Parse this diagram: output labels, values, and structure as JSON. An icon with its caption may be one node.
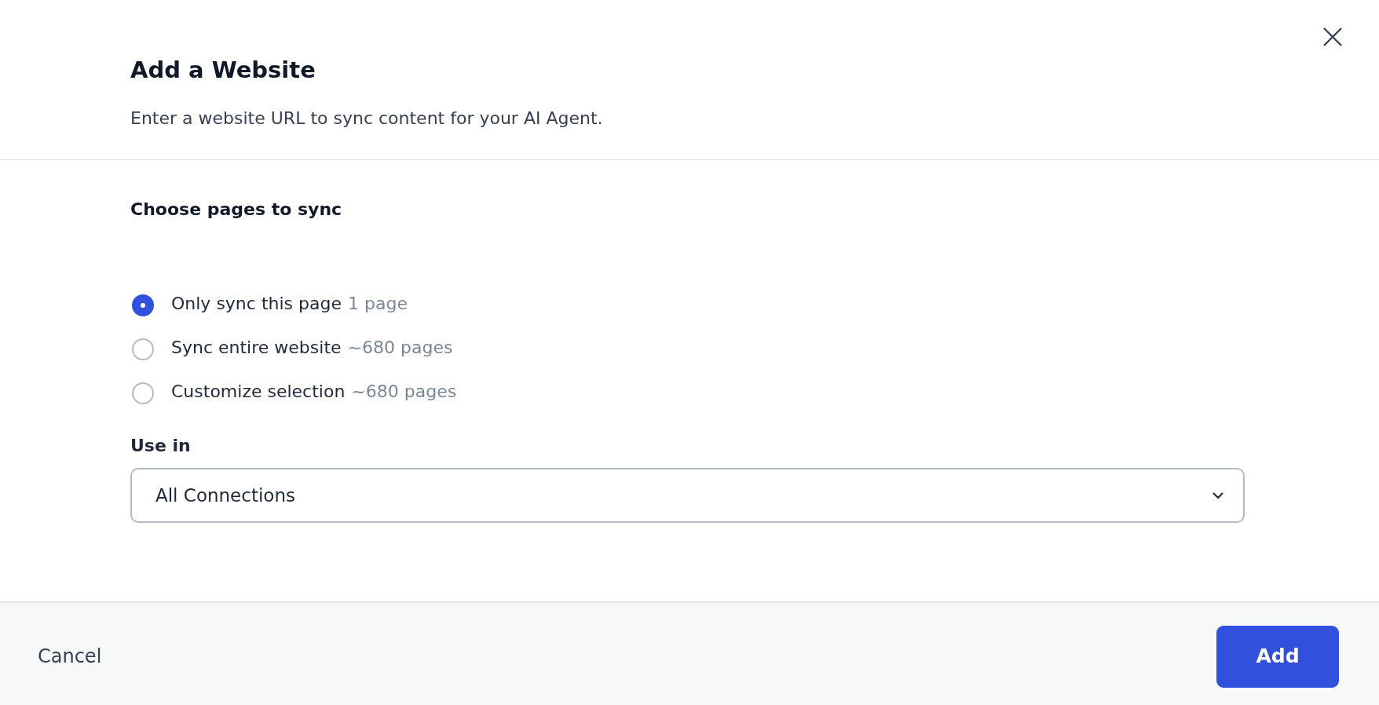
{
  "diagram": {
    "title": "Add a Website",
    "nodes": [
      {
        "text": [
          "All Connections"
        ]
      },
      {
        "text": [
          "Add"
        ]
      }
    ],
    "labels": [
      "Enter a website URL to sync content for your AI Agent.",
      "Choose pages to sync",
      "Only sync this page",
      "1 page",
      "Sync entire website",
      "~680 pages",
      "Customize selection",
      "~680 pages",
      "Use in",
      "Cancel"
    ]
  }
}
